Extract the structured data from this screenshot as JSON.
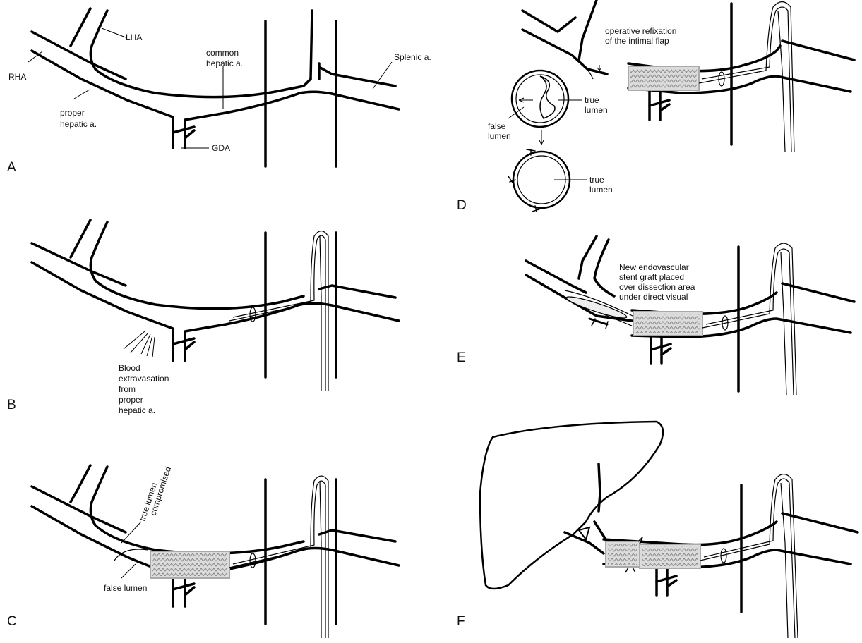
{
  "panels": {
    "A": {
      "letter": "A",
      "labels": {
        "lha": "LHA",
        "rha": "RHA",
        "common": [
          "common",
          "hepatic a."
        ],
        "splenic": "Splenic a.",
        "proper": [
          "proper",
          "hepatic a."
        ],
        "gda": "GDA"
      }
    },
    "B": {
      "letter": "B",
      "labels": {
        "blood": [
          "Blood",
          "extravasation",
          "from",
          "proper",
          "hepatic a."
        ]
      }
    },
    "C": {
      "letter": "C",
      "labels": {
        "true_lumen": [
          "true lumen",
          "compromised"
        ],
        "false_lumen": "false lumen"
      }
    },
    "D": {
      "letter": "D",
      "labels": {
        "refix": [
          "operative refixation",
          "of the intimal flap"
        ],
        "false_lumen": [
          "false",
          "lumen"
        ],
        "true_lumen_1": [
          "true",
          "lumen"
        ],
        "true_lumen_2": [
          "true",
          "lumen"
        ]
      }
    },
    "E": {
      "letter": "E",
      "labels": {
        "stent": [
          "New endovascular",
          "stent graft placed",
          "over dissection area",
          "under direct visual"
        ]
      }
    },
    "F": {
      "letter": "F"
    }
  }
}
